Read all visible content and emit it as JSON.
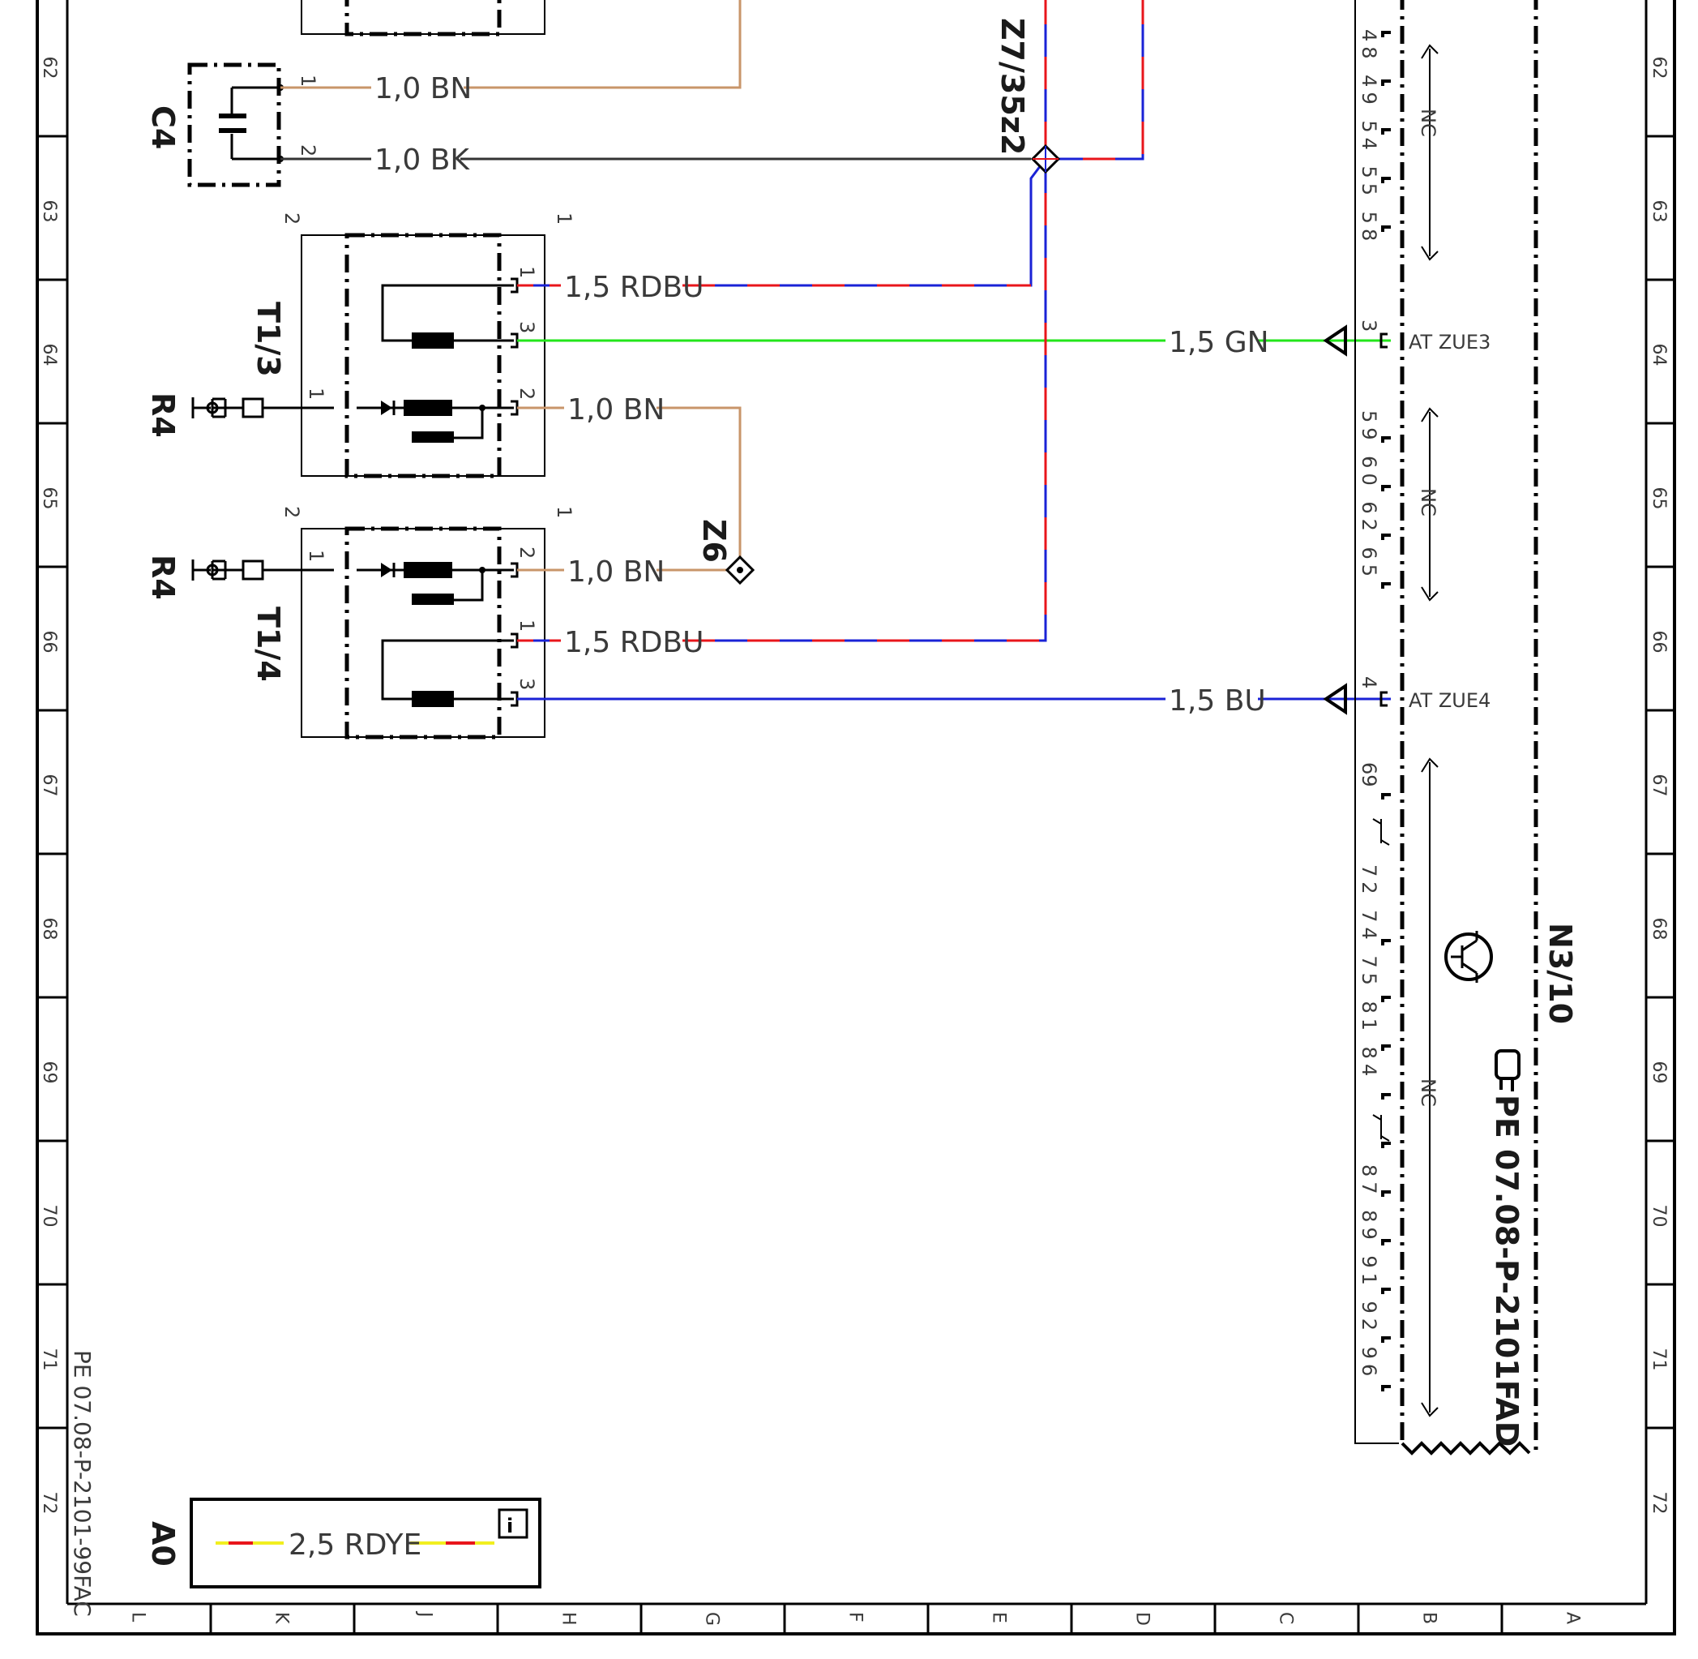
{
  "document": {
    "doc_id_left": "PE 07.08-P-2101-99FAC",
    "doc_ref_right": "PE 07.08-P-2101FAD"
  },
  "grid": {
    "rows": [
      "62",
      "63",
      "64",
      "65",
      "66",
      "67",
      "68",
      "69",
      "70",
      "71",
      "72"
    ],
    "columns": [
      "L",
      "K",
      "J",
      "H",
      "G",
      "F",
      "E",
      "D",
      "C",
      "B",
      "A"
    ]
  },
  "components": {
    "c4": "C4",
    "t1_3": "T1/3",
    "t1_4": "T1/4",
    "r4_top": "R4",
    "r4_bottom": "R4",
    "z7": "Z7/35z2",
    "z6": "Z6",
    "n3": "N3/10",
    "a0": "A0"
  },
  "wires": {
    "c4_pin1": "1,0 BN",
    "c4_pin2": "1,0 BK",
    "t13_pin1": "1,5 RDBU",
    "t13_pin3": "1,5 GN",
    "t13_pin2": "1,0 BN",
    "t14_pin2": "1,0 BN",
    "t14_pin1": "1,5 RDBU",
    "t14_pin3": "1,5 BU",
    "a0_legend": "2,5 RDYE"
  },
  "pins": {
    "p1": "1",
    "p2": "2",
    "p3": "3",
    "p4": "4"
  },
  "connector": {
    "pins_top": "48 49 54 55 58",
    "pin_zue3": "3",
    "label_zue3": "AT ZUE3",
    "pins_mid": "59 60 62 65",
    "pin_zue4": "4",
    "label_zue4": "AT ZUE4",
    "pin_69": "69",
    "pins_bottom_a": "72 74 75 81 84",
    "pins_bottom_b": "87 89 91 92 96",
    "nc": "NC"
  },
  "info_icon": "info-icon",
  "colors": {
    "brown": "#c8956a",
    "black": "#333333",
    "red": "#e8151b",
    "blue": "#1a22d6",
    "green": "#22e61a",
    "yellow": "#f2ef1f"
  }
}
